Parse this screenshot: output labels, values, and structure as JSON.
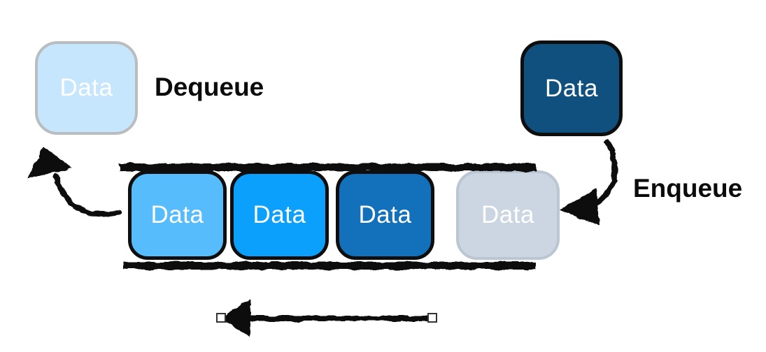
{
  "diagram": {
    "title": "queue-data-structure",
    "labels": {
      "dequeue": "Dequeue",
      "enqueue": "Enqueue"
    },
    "dequeued_box": {
      "label": "Data",
      "fill": "#c5e6fd",
      "border_color": "#b9bdc0",
      "text_color": "#ffffff"
    },
    "incoming_box": {
      "label": "Data",
      "fill": "#0f507e",
      "border_color": "#0e0e0e",
      "text_color": "#ffffff"
    },
    "queue": {
      "items": [
        {
          "label": "Data",
          "fill": "#56bcfc",
          "border_color": "#0e0e0e",
          "text_color": "#ffffff"
        },
        {
          "label": "Data",
          "fill": "#0aa0fc",
          "border_color": "#0e0e0e",
          "text_color": "#ffffff"
        },
        {
          "label": "Data",
          "fill": "#1371bc",
          "border_color": "#0e0e0e",
          "text_color": "#ffffff"
        },
        {
          "label": "Data",
          "fill": "#cbd6e2",
          "border_color": "#bac6d1",
          "text_color": "#ffffff"
        }
      ]
    },
    "arrows": {
      "stroke_color": "#111111",
      "handle_fill": "#ffffff",
      "handle_border": "#333333"
    }
  }
}
